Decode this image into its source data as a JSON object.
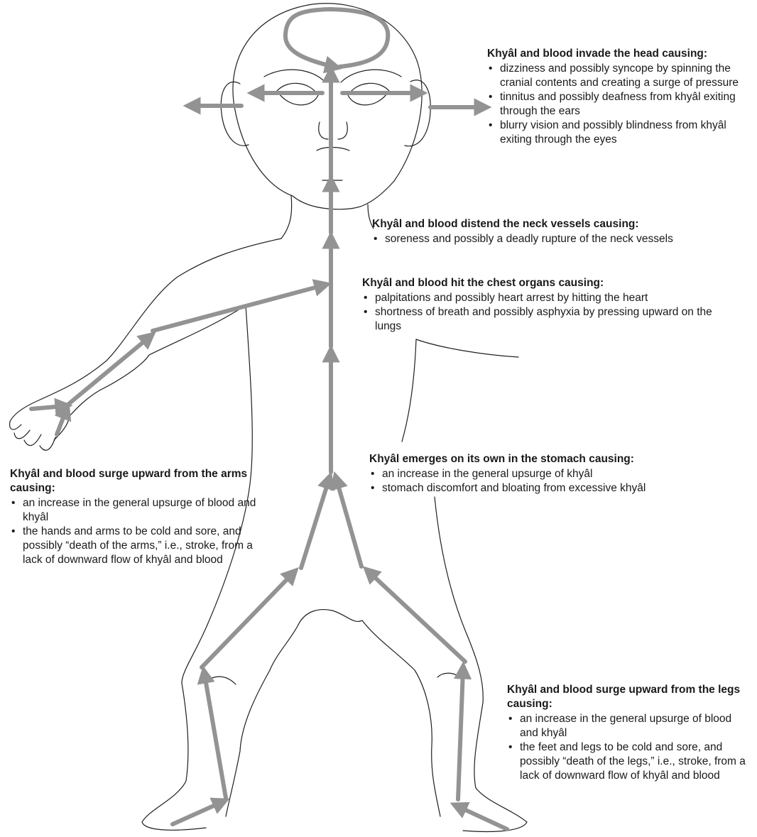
{
  "colors": {
    "flow_arrow": "#939393",
    "outline": "#1f1f1f",
    "text": "#1a1a1a"
  },
  "annotations": {
    "head": {
      "heading": "Khyâl and blood invade the head causing:",
      "items": [
        "dizziness and possibly syncope by spinning the cranial contents and creating a surge of pressure",
        "tinnitus and possibly deafness from khyâl exiting through the ears",
        "blurry vision and possibly blindness from khyâl exiting through the eyes"
      ]
    },
    "neck": {
      "heading": "Khyâl and blood distend the neck vessels causing:",
      "items": [
        "soreness and possibly a deadly rupture of the neck vessels"
      ]
    },
    "chest": {
      "heading": "Khyâl and blood hit the chest organs causing:",
      "items": [
        "palpitations and possibly heart arrest by hitting the heart",
        "shortness of breath and possibly asphyxia by pressing upward on the lungs"
      ]
    },
    "stomach": {
      "heading": "Khyâl emerges on its own in the stomach causing:",
      "items": [
        "an increase in the general upsurge of khyâl",
        "stomach discomfort and bloating from excessive khyâl"
      ]
    },
    "arms": {
      "heading": "Khyâl and blood surge upward from the arms causing:",
      "items": [
        "an increase in the general upsurge of blood and khyâl",
        "the hands and arms to be cold and sore, and possibly “death of the arms,” i.e., stroke, from a lack of downward flow of khyâl and blood"
      ]
    },
    "legs": {
      "heading": "Khyâl and blood surge upward from the legs causing:",
      "items": [
        "an increase in the general upsurge of blood and khyâl",
        "the feet and legs to be cold and sore, and possibly “death of the legs,” i.e., stroke, from a lack of downward flow of khyâl and blood"
      ]
    }
  }
}
